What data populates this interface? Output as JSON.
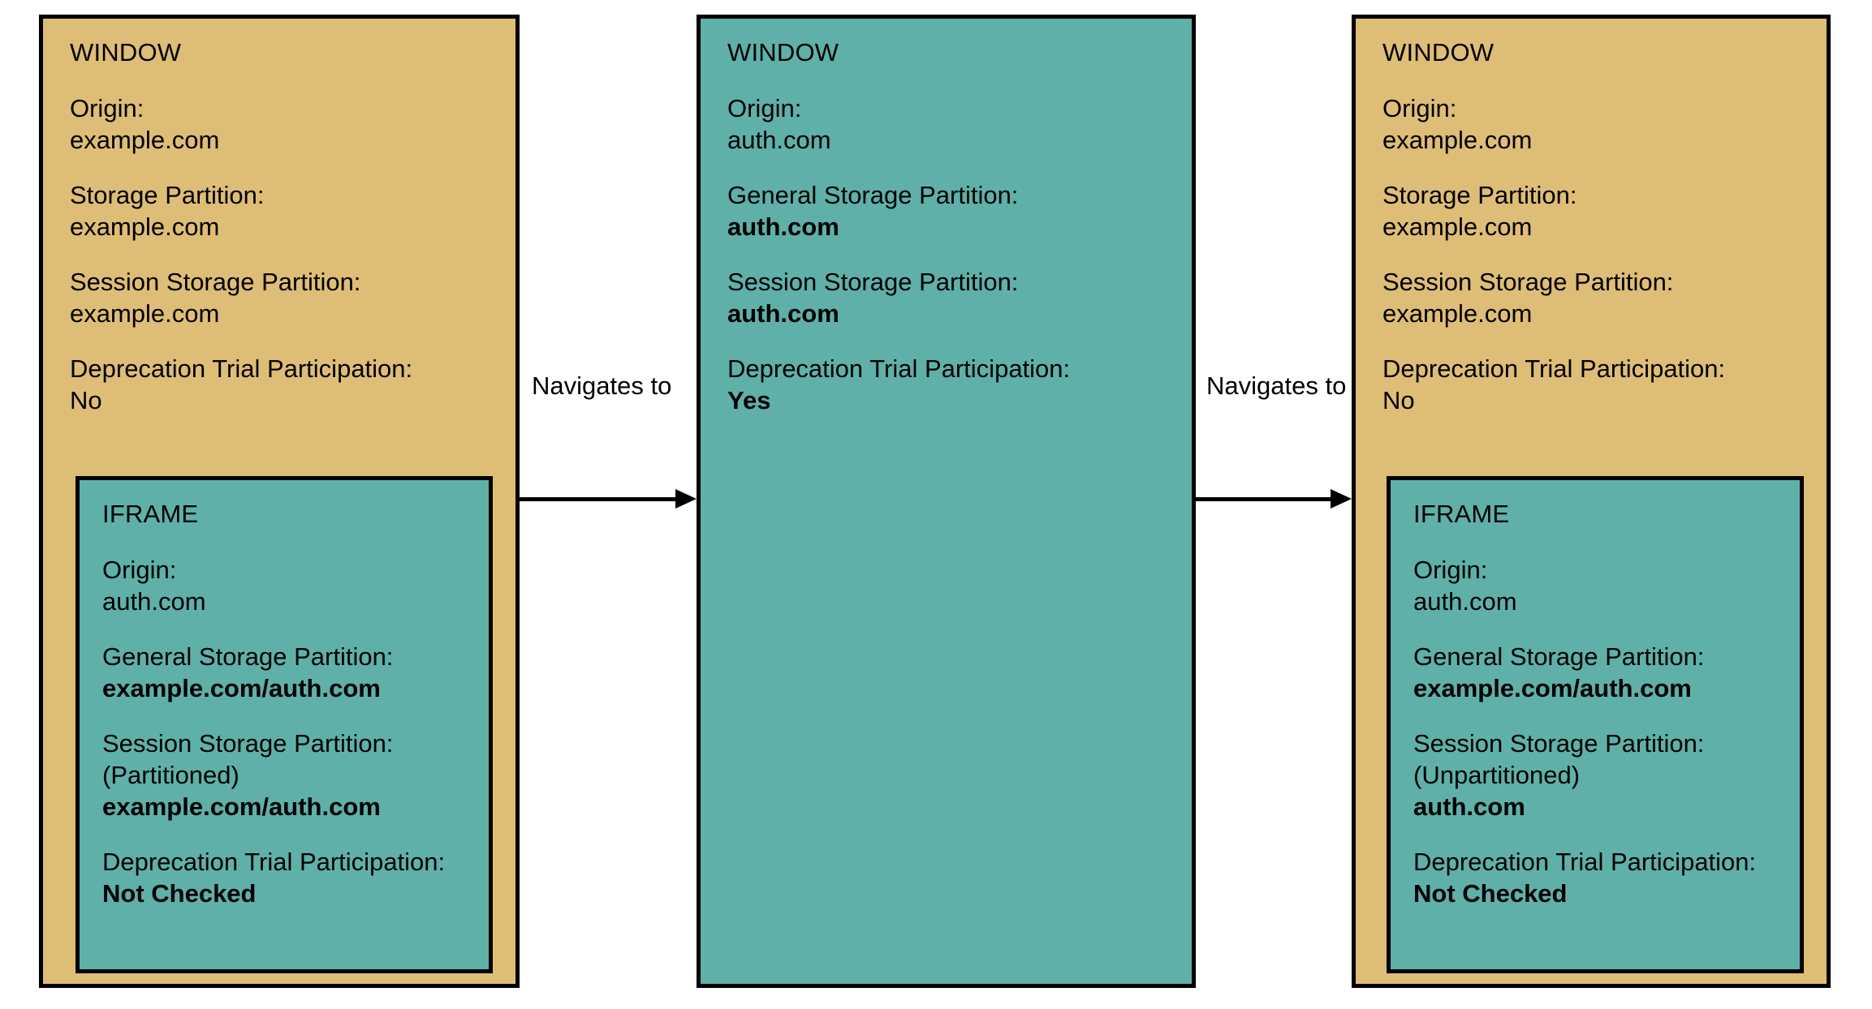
{
  "diagram": {
    "title_ignored": "",
    "colors": {
      "window_fill": "#debd77",
      "iframe_fill": "#5fb0a8",
      "border": "#000000",
      "background": "#ffffff"
    }
  },
  "panels": [
    {
      "id": "panel-1",
      "kind": "window",
      "fill": "tan",
      "heading": "WINDOW",
      "fields": [
        {
          "label": "Origin:",
          "value": "example.com",
          "bold": false
        },
        {
          "label": "Storage Partition:",
          "value": "example.com",
          "bold": false
        },
        {
          "label": "Session Storage Partition:",
          "value": "example.com",
          "bold": false
        },
        {
          "label": "Deprecation Trial Participation:",
          "value": "No",
          "bold": false
        }
      ],
      "iframe": {
        "heading": "IFRAME",
        "fields": [
          {
            "label": "Origin:",
            "value": "auth.com",
            "bold": false
          },
          {
            "label": "General Storage Partition:",
            "value": "example.com/auth.com",
            "bold": true
          },
          {
            "label": "Session Storage Partition:",
            "sub": "(Partitioned)",
            "value": "example.com/auth.com",
            "bold": true
          },
          {
            "label": "Deprecation Trial Participation:",
            "value": "Not Checked",
            "bold": true
          }
        ]
      }
    },
    {
      "id": "panel-2",
      "kind": "window",
      "fill": "teal",
      "heading": "WINDOW",
      "fields": [
        {
          "label": "Origin:",
          "value": "auth.com",
          "bold": false
        },
        {
          "label": "General Storage Partition:",
          "value": "auth.com",
          "bold": true
        },
        {
          "label": "Session Storage Partition:",
          "value": "auth.com",
          "bold": true
        },
        {
          "label": "Deprecation Trial Participation:",
          "value": "Yes",
          "bold": true
        }
      ],
      "iframe": null
    },
    {
      "id": "panel-3",
      "kind": "window",
      "fill": "tan",
      "heading": "WINDOW",
      "fields": [
        {
          "label": "Origin:",
          "value": "example.com",
          "bold": false
        },
        {
          "label": "Storage Partition:",
          "value": "example.com",
          "bold": false
        },
        {
          "label": "Session Storage Partition:",
          "value": "example.com",
          "bold": false
        },
        {
          "label": "Deprecation Trial Participation:",
          "value": "No",
          "bold": false
        }
      ],
      "iframe": {
        "heading": "IFRAME",
        "fields": [
          {
            "label": "Origin:",
            "value": "auth.com",
            "bold": false
          },
          {
            "label": "General Storage Partition:",
            "value": "example.com/auth.com",
            "bold": true
          },
          {
            "label": "Session Storage Partition:",
            "sub": "(Unpartitioned)",
            "value": "auth.com",
            "bold": true
          },
          {
            "label": "Deprecation Trial Participation:",
            "value": "Not Checked",
            "bold": true
          }
        ]
      }
    }
  ],
  "connectors": [
    {
      "id": "connector-1",
      "caption": "Navigates to"
    },
    {
      "id": "connector-2",
      "caption": "Navigates to"
    }
  ]
}
